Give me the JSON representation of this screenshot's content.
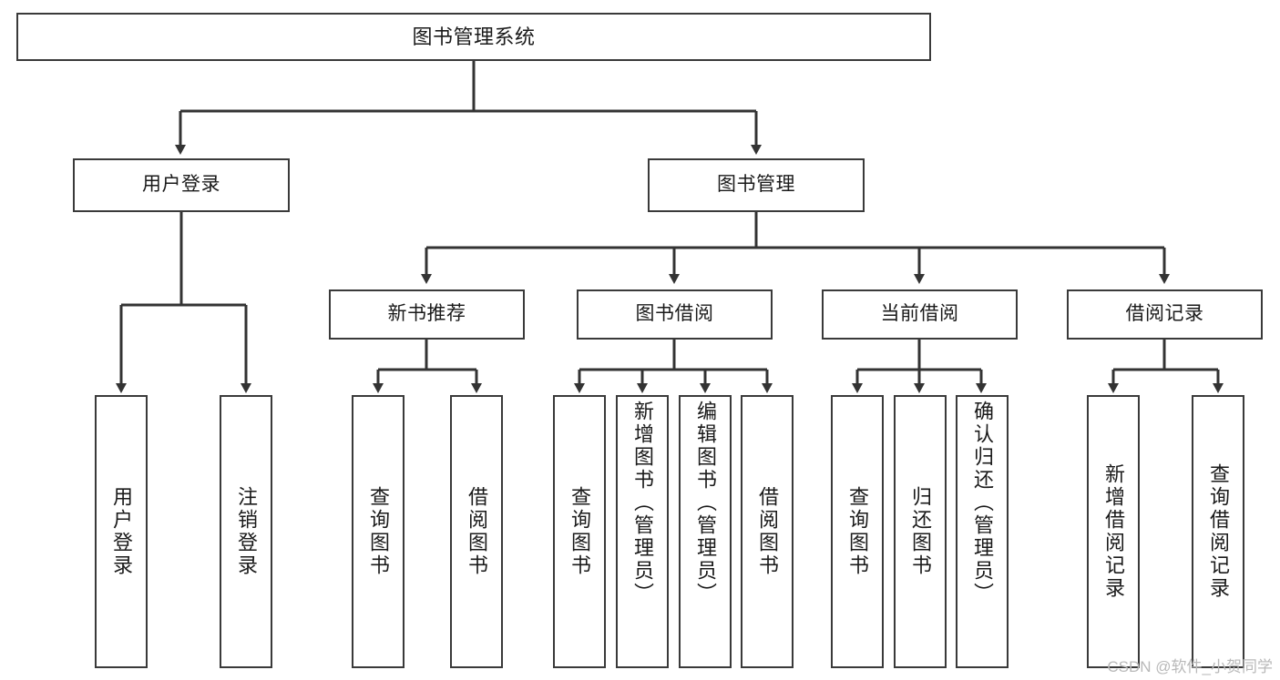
{
  "diagram": {
    "title": "图书管理系统",
    "type": "hierarchy-tree",
    "colors": {
      "box_border": "#3a3a3a",
      "box_fill": "#ffffff",
      "connector": "#333333",
      "text": "#1a1a1a",
      "watermark": "#b9b9b9",
      "background": "#ffffff"
    },
    "watermark": "CSDN @软件_小贺同学",
    "levels": {
      "level0": [
        {
          "id": "root",
          "label": "图书管理系统"
        }
      ],
      "level1": [
        {
          "id": "user-login",
          "label": "用户登录"
        },
        {
          "id": "book-manage",
          "label": "图书管理"
        }
      ],
      "level2": [
        {
          "id": "new-book-rec",
          "label": "新书推荐"
        },
        {
          "id": "book-borrow",
          "label": "图书借阅"
        },
        {
          "id": "current-borrow",
          "label": "当前借阅"
        },
        {
          "id": "borrow-record",
          "label": "借阅记录"
        }
      ],
      "level3": [
        {
          "id": "leaf-user-login",
          "label": "用户登录",
          "parent": "user-login"
        },
        {
          "id": "leaf-user-logout",
          "label": "注销登录",
          "parent": "user-login"
        },
        {
          "id": "leaf-query-book-1",
          "label": "查询图书",
          "parent": "new-book-rec"
        },
        {
          "id": "leaf-borrow-book-1",
          "label": "借阅图书",
          "parent": "new-book-rec"
        },
        {
          "id": "leaf-query-book-2",
          "label": "查询图书",
          "parent": "book-borrow"
        },
        {
          "id": "leaf-add-book",
          "label": "新增图书（管理员）",
          "parent": "book-borrow"
        },
        {
          "id": "leaf-edit-book",
          "label": "编辑图书（管理员）",
          "parent": "book-borrow"
        },
        {
          "id": "leaf-borrow-book-2",
          "label": "借阅图书",
          "parent": "book-borrow"
        },
        {
          "id": "leaf-query-book-3",
          "label": "查询图书",
          "parent": "current-borrow"
        },
        {
          "id": "leaf-return-book",
          "label": "归还图书",
          "parent": "current-borrow"
        },
        {
          "id": "leaf-confirm-return",
          "label": "确认归还（管理员）",
          "parent": "current-borrow"
        },
        {
          "id": "leaf-add-record",
          "label": "新增借阅记录",
          "parent": "borrow-record"
        },
        {
          "id": "leaf-query-record",
          "label": "查询借阅记录",
          "parent": "borrow-record"
        }
      ]
    }
  }
}
